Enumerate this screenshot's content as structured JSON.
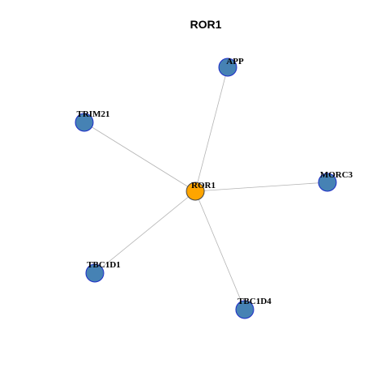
{
  "title": "ROR1",
  "colors": {
    "background": "#ffffff",
    "edge": "#b3b3b3",
    "center_fill": "#ffa500",
    "center_stroke": "#444444",
    "neighbor_fill": "#4682b4",
    "neighbor_stroke": "#1c2cc7"
  },
  "nodes": [
    {
      "id": "ROR1",
      "label": "ROR1",
      "role": "center"
    },
    {
      "id": "APP",
      "label": "APP",
      "role": "neighbor"
    },
    {
      "id": "TRIM21",
      "label": "TRIM21",
      "role": "neighbor"
    },
    {
      "id": "MORC3",
      "label": "MORC3",
      "role": "neighbor"
    },
    {
      "id": "TBC1D1",
      "label": "TBC1D1",
      "role": "neighbor"
    },
    {
      "id": "TBC1D4",
      "label": "TBC1D4",
      "role": "neighbor"
    }
  ],
  "edges": [
    {
      "source": "ROR1",
      "target": "APP"
    },
    {
      "source": "ROR1",
      "target": "TRIM21"
    },
    {
      "source": "ROR1",
      "target": "MORC3"
    },
    {
      "source": "ROR1",
      "target": "TBC1D1"
    },
    {
      "source": "ROR1",
      "target": "TBC1D4"
    }
  ]
}
